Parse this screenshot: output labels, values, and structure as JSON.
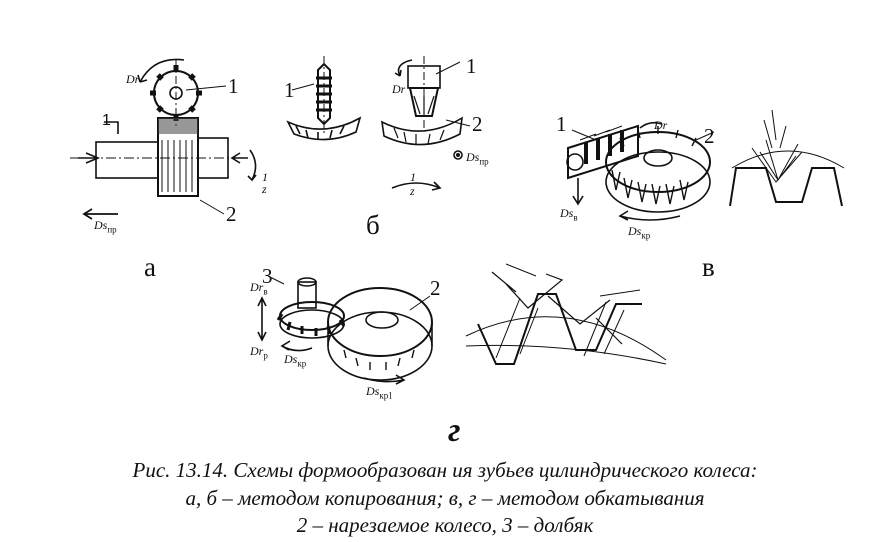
{
  "labels": {
    "a": {
      "one": "1",
      "two": "2",
      "panel": "а",
      "rot": "Dr",
      "feed": "Ds",
      "feed_sub": "пр",
      "div": "1",
      "div_den": "z",
      "mark": "1"
    },
    "b": {
      "one_left": "1",
      "one_right": "1",
      "two": "2",
      "panel": "б",
      "rot": "Dr",
      "feed": "Ds",
      "feed_sub": "пр",
      "div": "1",
      "div_den": "z"
    },
    "v": {
      "one": "1",
      "two": "2",
      "panel": "в",
      "rot": "Dr",
      "feed_v": "Ds",
      "feed_v_sub": "в",
      "feed_kr": "Ds",
      "feed_kr_sub": "кр"
    },
    "g": {
      "three": "3",
      "two": "2",
      "panel": "г",
      "rot_v": "Dr",
      "rot_v_sub": "в",
      "rot_p": "Dr",
      "rot_p_sub": "р",
      "feed_kr": "Ds",
      "feed_kr_sub": "кр",
      "feed_kr1": "Ds",
      "feed_kr1_sub": "кр1"
    }
  },
  "caption": {
    "line1": "Рис. 13.14. Схемы формообразован ия зубьев цилиндрического колеса:",
    "line2": "а, б – методом копирования;   в, г – методом обкатывания",
    "line3": "2 – нарезаемое колесо, 3 – долбяк"
  }
}
